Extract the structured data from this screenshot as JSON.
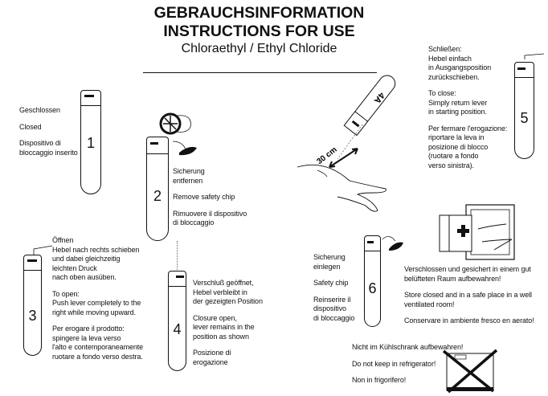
{
  "header": {
    "title_de": "GEBRAUCHSINFORMATION",
    "title_en": "INSTRUCTIONS FOR USE",
    "subtitle": "Chloraethyl / Ethyl Chloride"
  },
  "steps": [
    {
      "number": "1",
      "lines": [
        "Geschlossen",
        "Closed",
        "Dispositivo di",
        "bloccaggio inserito"
      ]
    },
    {
      "number": "2",
      "lines": [
        "Sicherung",
        "entfernen",
        "Remove safety chip",
        "Rimuovere il dispositivo",
        "di bloccaggio"
      ]
    },
    {
      "number": "3",
      "lines": [
        "Öffnen",
        "Hebel nach rechts schieben",
        "und dabei gleichzeitig",
        "leichten Druck",
        "nach oben ausüben.",
        "To open:",
        "Push lever completely to the",
        "right while moving upward.",
        "Per erogare il prodotto:",
        "spingere la leva verso",
        "l'alto e contemporaneamente",
        "ruotare a fondo verso destra."
      ]
    },
    {
      "number": "4",
      "lines": [
        "Verschluß geöffnet,",
        "Hebel verbleibt in",
        "der gezeigten Position",
        "Closure open,",
        "lever remains in the",
        "position as shown",
        "Posizione di",
        "erogazione"
      ]
    },
    {
      "number": "5",
      "lines": [
        "Schließen:",
        "Hebel einfach",
        "in Ausgangsposition",
        "zurückschieben.",
        "To close:",
        "Simply return lever",
        "in starting position.",
        "Per fermare l'erogazione:",
        "riportare la leva in",
        "posizione di blocco",
        "(ruotare a fondo",
        "verso sinistra)."
      ]
    },
    {
      "number": "6",
      "lines": [
        "Sicherung",
        "einlegen",
        "Safety chip",
        "Reinserire il",
        "dispositivo",
        "di bloccaggio"
      ]
    }
  ],
  "spray": {
    "tube_label": "4A",
    "distance": "30 cm"
  },
  "storage": {
    "lines": [
      "Verschlossen und gesichert in einem gut",
      "belüfteten Raum aufbewahren!",
      "Store closed and in a safe place in a well",
      "ventilated room!",
      "Conservare in ambiente fresco en aerato!"
    ]
  },
  "fridge": {
    "lines": [
      "Nicht im Kühlschrank aufbewahren!",
      "Do not keep in refrigerator!",
      "Non in frigorifero!"
    ]
  }
}
